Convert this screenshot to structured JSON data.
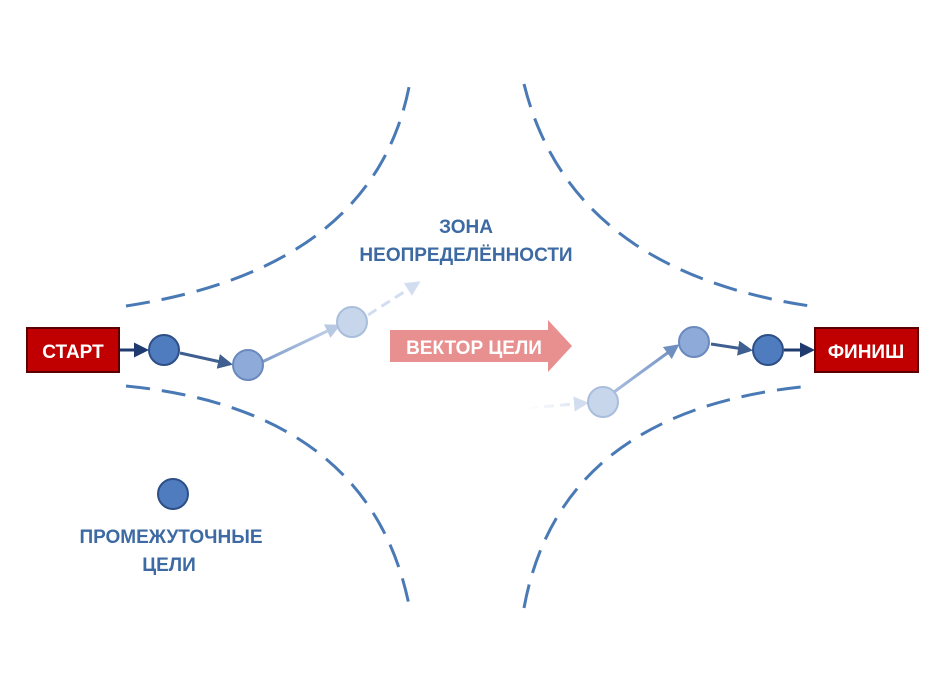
{
  "start": {
    "label": "СТАРТ"
  },
  "finish": {
    "label": "ФИНИШ"
  },
  "zone": {
    "line1": "ЗОНА",
    "line2": "НЕОПРЕДЕЛЁННОСТИ"
  },
  "vector": {
    "label": "ВЕКТОР ЦЕЛИ"
  },
  "legend": {
    "line1": "ПРОМЕЖУТОЧНЫЕ",
    "line2": "ЦЕЛИ"
  },
  "colors": {
    "box_fill": "#c00000",
    "box_stroke": "#5a0000",
    "node_dark": "#4f7cbf",
    "node_mid": "#8eaad8",
    "node_light": "#c2d2ea",
    "dash_line": "#4a7ab5",
    "vector_arrow": "#e7908f",
    "label_blue": "#3d6aa3",
    "arrow_dark": "#1f3a6e"
  }
}
